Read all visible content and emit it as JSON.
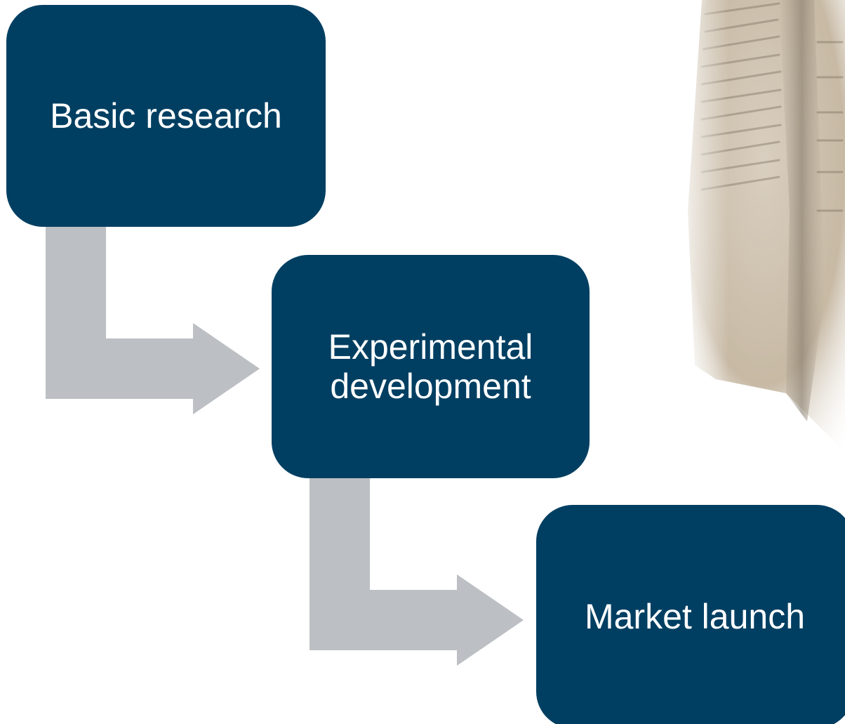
{
  "diagram": {
    "steps": [
      {
        "label": "Basic research"
      },
      {
        "label": "Experimental development"
      },
      {
        "label": "Market launch"
      }
    ]
  },
  "colors": {
    "box_fill": "#003f62",
    "arrow_fill": "#bcbfc3",
    "text": "#ffffff"
  },
  "decoration": {
    "icon": "open-book-photo-icon"
  }
}
